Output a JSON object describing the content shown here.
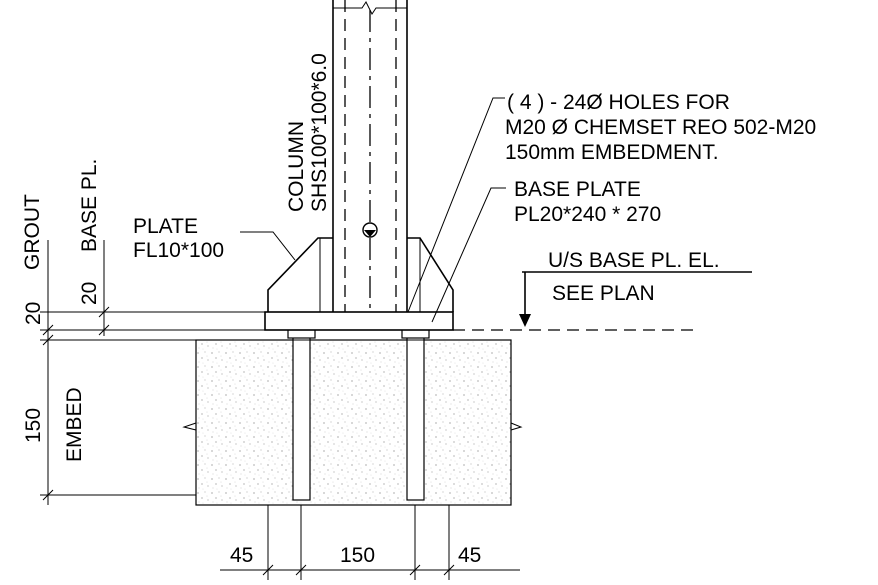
{
  "labels": {
    "column_line1": "COLUMN",
    "column_line2": "SHS100*100*6.0",
    "holes_line1": "( 4 ) - 24Ø HOLES FOR",
    "holes_line2": "M20 Ø CHEMSET REO 502-M20",
    "holes_line3": "150mm EMBEDMENT.",
    "base_plate_line1": "BASE PLATE",
    "base_plate_line2": "PL20*240 * 270",
    "plate_line1": "PLATE",
    "plate_line2": "FL10*100",
    "elevation_line1": "U/S BASE PL. EL.",
    "elevation_line2": "SEE PLAN",
    "grout": "GROUT",
    "base_pl": "BASE PL.",
    "embed": "EMBED"
  },
  "dimensions": {
    "grout_thickness": "20",
    "base_pl_thickness": "20",
    "embed_depth": "150",
    "left_edge": "45",
    "bolt_spacing": "150",
    "right_edge": "45"
  },
  "colors": {
    "line": "#000000",
    "background": "#ffffff"
  }
}
